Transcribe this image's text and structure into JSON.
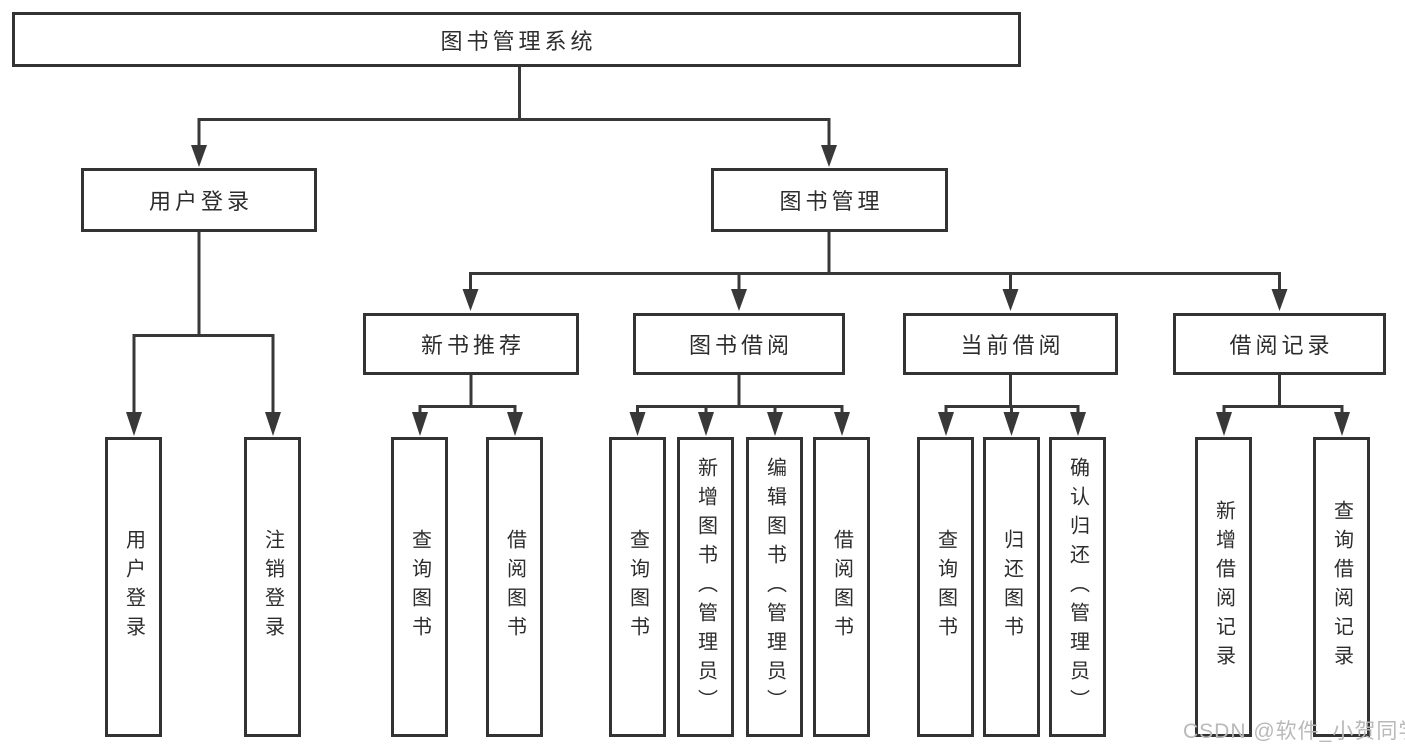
{
  "diagram": {
    "root": {
      "label": "图书管理系统"
    },
    "branches": [
      {
        "label": "用户登录",
        "children": [
          {
            "label": "用户登录"
          },
          {
            "label": "注销登录"
          }
        ]
      },
      {
        "label": "图书管理",
        "children": [
          {
            "label": "新书推荐",
            "children": [
              {
                "label": "查询图书"
              },
              {
                "label": "借阅图书"
              }
            ]
          },
          {
            "label": "图书借阅",
            "children": [
              {
                "label": "查询图书"
              },
              {
                "label": "新增图书（管理员）"
              },
              {
                "label": "编辑图书（管理员）"
              },
              {
                "label": "借阅图书"
              }
            ]
          },
          {
            "label": "当前借阅",
            "children": [
              {
                "label": "查询图书"
              },
              {
                "label": "归还图书"
              },
              {
                "label": "确认归还（管理员）"
              }
            ]
          },
          {
            "label": "借阅记录",
            "children": [
              {
                "label": "新增借阅记录"
              },
              {
                "label": "查询借阅记录"
              }
            ]
          }
        ]
      }
    ]
  },
  "watermark": "CSDN @软件_小贺同学",
  "colors": {
    "line_color": "#383838",
    "border_color": "#333333",
    "text_color": "#2d2d2d",
    "watermark_color": "#b9b9b9",
    "bg_color": "#ffffff"
  }
}
